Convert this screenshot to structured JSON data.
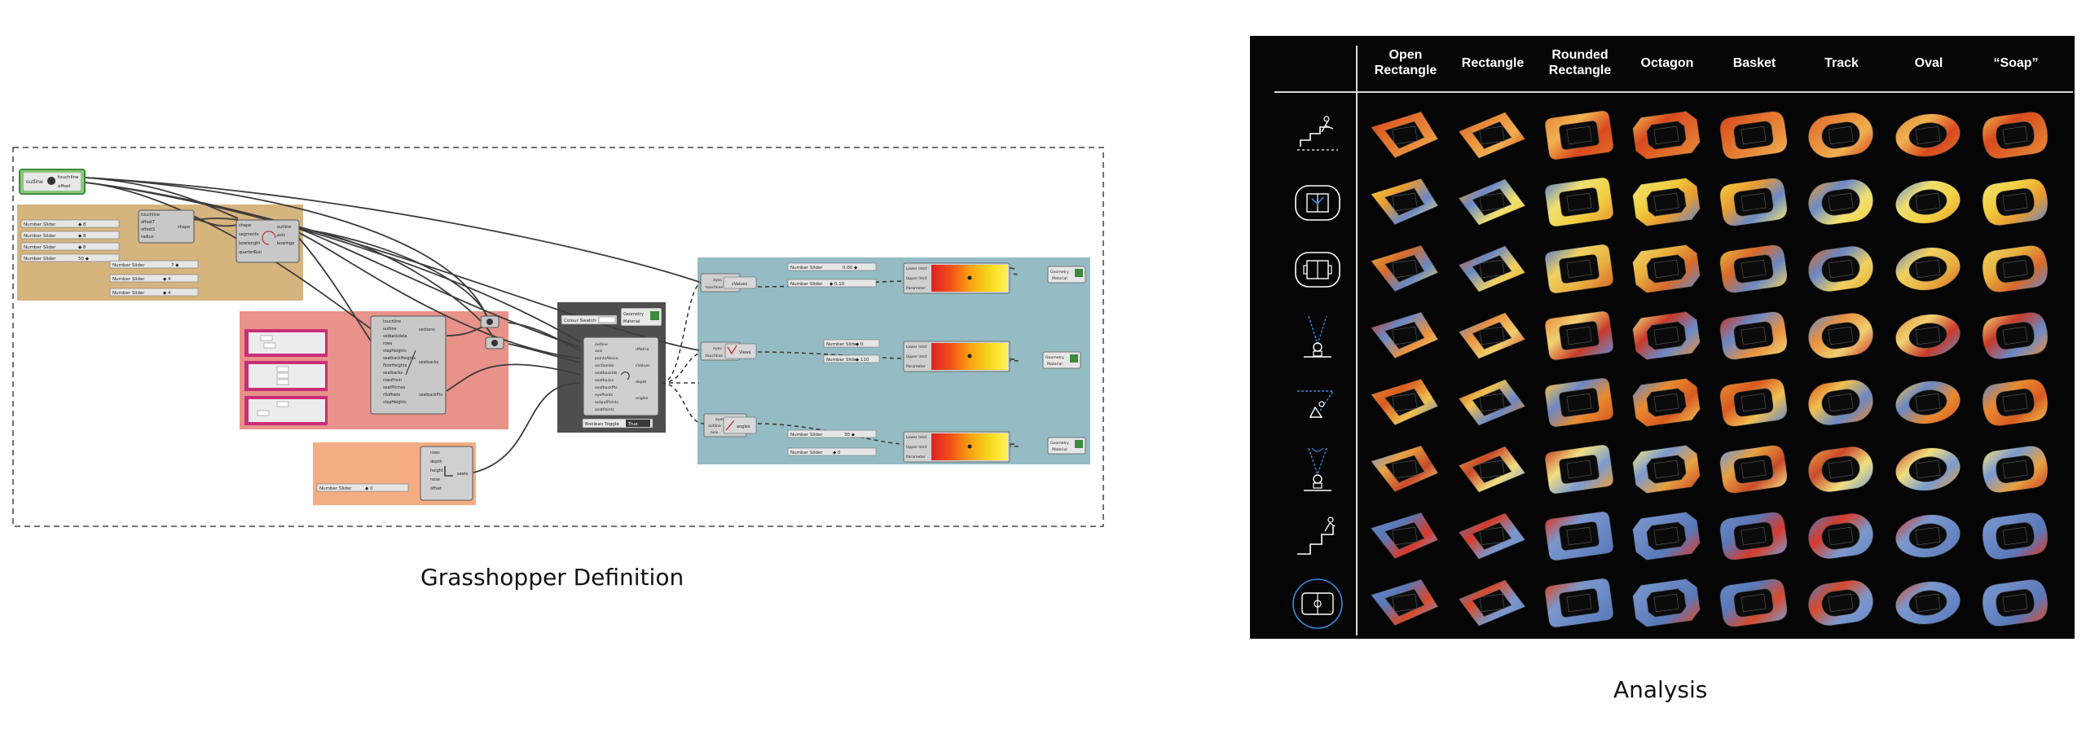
{
  "grasshopper": {
    "caption": "Grasshopper Definition",
    "inputs": {
      "source_node": {
        "label": "outline",
        "outputs": [
          "touchline",
          "offset"
        ]
      },
      "sliders_group1": [
        {
          "label": "Number Slider",
          "value": "◆ 8"
        },
        {
          "label": "Number Slider",
          "value": "◆ 8"
        },
        {
          "label": "Number Slider",
          "value": "◆ 8"
        },
        {
          "label": "Number Slider",
          "value": "50 ◆"
        }
      ],
      "sliders_group2": [
        {
          "label": "Number Slider",
          "value": "7 ◆"
        },
        {
          "label": "Number Slider",
          "value": "◆ 4"
        },
        {
          "label": "Number Slider",
          "value": "◆ 4"
        }
      ],
      "shape_node": {
        "inputs": [
          "touchline",
          "offsetT",
          "offsetS",
          "radius"
        ],
        "output": "shape"
      },
      "outline_node": {
        "inputs": [
          "shape",
          "segments",
          "bowlength",
          "quarterRun"
        ],
        "outputs": [
          "outline",
          "axis",
          "bowlnge"
        ]
      }
    },
    "tiers": {
      "node_inputs": [
        "touchline",
        "outline",
        "setbackdata",
        "rows",
        "stepHeights",
        "seatbackHeights",
        "floorHeights",
        "seatbacks",
        "rowsFrom",
        "seatPitches",
        "r0offsets",
        "stepHeights"
      ],
      "node_outputs": [
        "sections",
        "seatbacks",
        "seatbackPts"
      ]
    },
    "profile_node": {
      "inputs": [
        "rows",
        "depth",
        "height",
        "nose",
        "offset"
      ],
      "output": "seats",
      "slider": {
        "label": "Number Slider",
        "value": "◆ 0"
      }
    },
    "middle": {
      "colour": {
        "label": "Colour Swatch"
      },
      "preview": {
        "label": "Geometry",
        "sub": "Material"
      },
      "analysis_inputs": [
        "outline",
        "axis",
        "pointsAbove",
        "sectionIds",
        "seatbackIds",
        "seatbacks",
        "seatbackPts",
        "eyePoints",
        "outputPoints",
        "seatPoints"
      ],
      "analysis_outputs": [
        "rMatrix",
        "cValues",
        "depth",
        "angles"
      ],
      "toggle": {
        "label": "Boolean Toggle",
        "value": "True"
      }
    },
    "outputs": [
      {
        "node_inputs": [
          "eyes",
          "touchline"
        ],
        "node_label": "cValues",
        "sliders": [
          {
            "label": "Number Slider",
            "value": "0.00 ◆"
          },
          {
            "label": "Number Slider",
            "value": "◆ 0.10"
          }
        ],
        "remap_inputs": [
          "Lower limit",
          "Upper limit",
          "Parameter"
        ],
        "preview": {
          "label": "Geometry",
          "sub": "Material"
        }
      },
      {
        "node_inputs": [
          "eyes",
          "touchline"
        ],
        "node_label": "Views",
        "sliders": [
          {
            "label": "Number Slider",
            "value": "◆ 0"
          },
          {
            "label": "Number Slider",
            "value": "◆ 110"
          }
        ],
        "remap_inputs": [
          "Lower limit",
          "Upper limit",
          "Parameter"
        ],
        "preview": {
          "label": "Geometry",
          "sub": "Material"
        }
      },
      {
        "node_inputs": [
          "eyes",
          "outline",
          "axis"
        ],
        "node_label": "angles",
        "sliders": [
          {
            "label": "Number Slider",
            "value": "30 ◆"
          },
          {
            "label": "Number Slider",
            "value": "◆ 0"
          }
        ],
        "remap_inputs": [
          "Lower limit",
          "Upper limit",
          "Parameter"
        ],
        "preview": {
          "label": "Geometry",
          "sub": "Material"
        }
      }
    ]
  },
  "arrow": {
    "style": "dotted"
  },
  "analysis": {
    "caption": "Analysis",
    "columns": [
      "Open\nRectangle",
      "Rectangle",
      "Rounded\nRectangle",
      "Octagon",
      "Basket",
      "Track",
      "Oval",
      "“Soap”"
    ],
    "rows": [
      {
        "icon": "stair-seat-icon",
        "palette": [
          "#d84a1e",
          "#e06a2a",
          "#e88a3a",
          "#f0b050"
        ]
      },
      {
        "icon": "pitch-focus-icon",
        "palette": [
          "#f2d040",
          "#e89a30",
          "#6a8ac8",
          "#f0e070"
        ]
      },
      {
        "icon": "pitch-rect-icon",
        "palette": [
          "#e8b040",
          "#d86a2a",
          "#6a88c4",
          "#f0d060"
        ]
      },
      {
        "icon": "cone-view-icon",
        "palette": [
          "#c83a2a",
          "#6a8ac8",
          "#e89040",
          "#f0d070"
        ]
      },
      {
        "icon": "angle-view-icon",
        "palette": [
          "#e88a30",
          "#d85a20",
          "#f0c050",
          "#6a88c4"
        ]
      },
      {
        "icon": "vertical-cone-icon",
        "palette": [
          "#7a9ad0",
          "#e8a040",
          "#c84a2a",
          "#f0e080"
        ]
      },
      {
        "icon": "stair-profile-icon",
        "palette": [
          "#6a88c4",
          "#5a78b8",
          "#d83a2a",
          "#7a98cc"
        ]
      },
      {
        "icon": "pitch-circle-icon",
        "palette": [
          "#6a88c4",
          "#5a78b8",
          "#d84a2a",
          "#7a98cc"
        ]
      }
    ]
  }
}
